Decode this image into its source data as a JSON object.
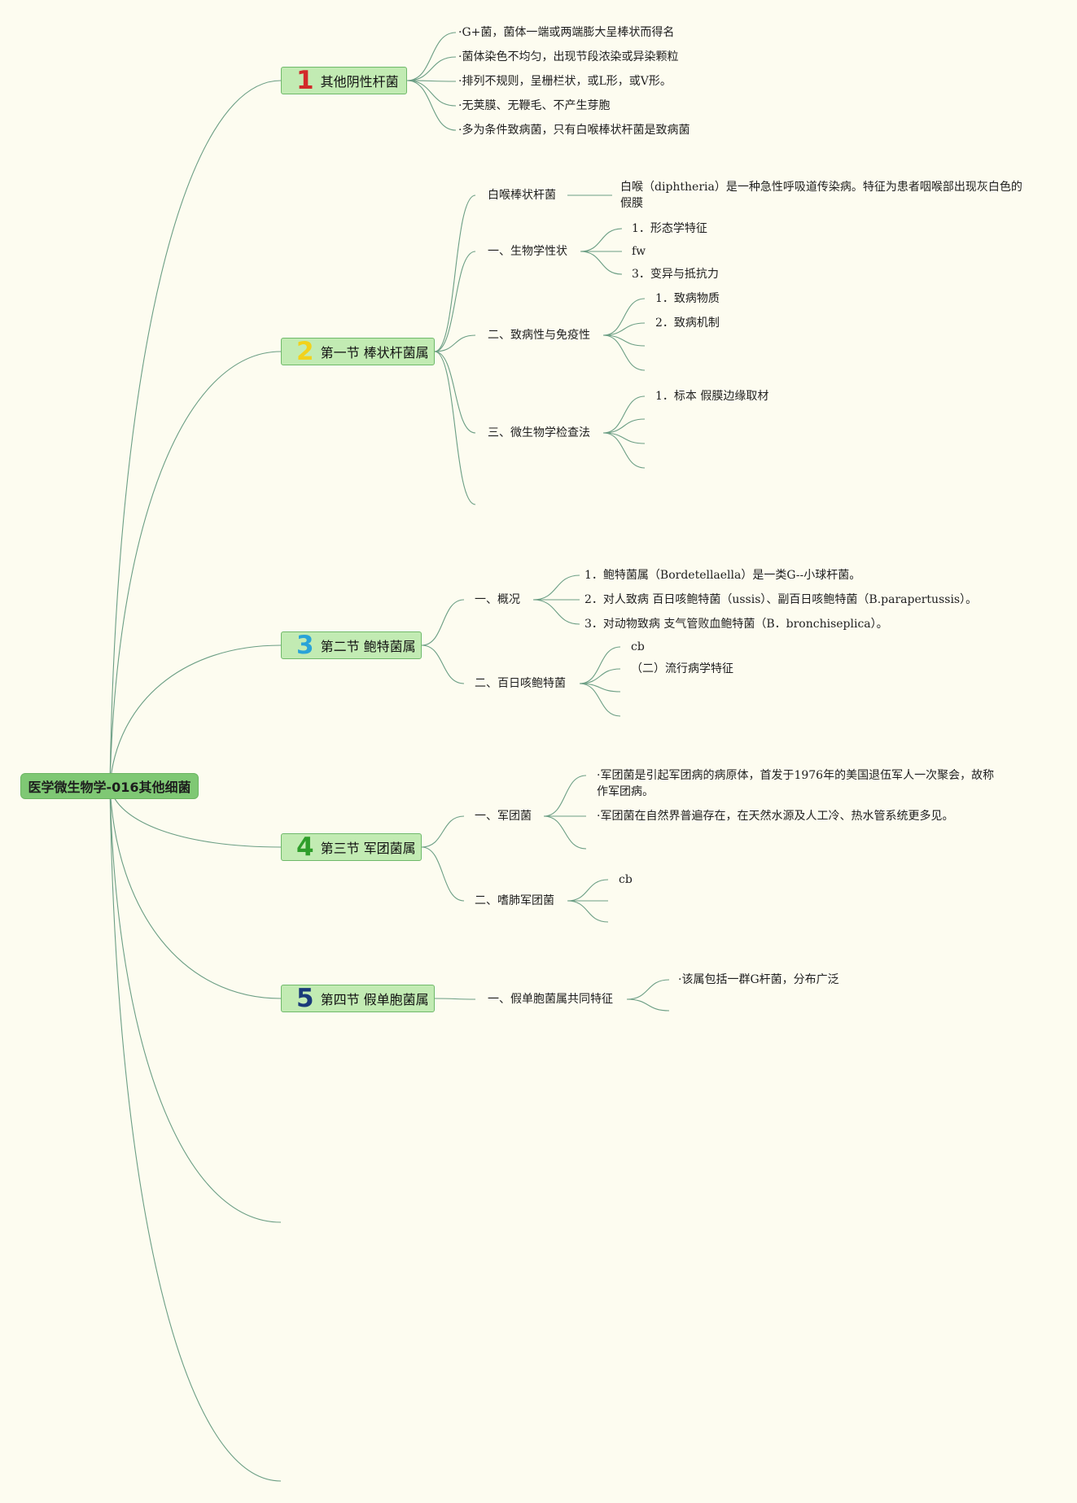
{
  "root": {
    "label": "医学微生物学-016其他细菌"
  },
  "topics": [
    {
      "num": "1",
      "num_color": "#d22a2a",
      "label": "其他阴性杆菌",
      "children": [
        "·G+菌，菌体一端或两端膨大呈棒状而得名",
        "·菌体染色不均匀，出现节段浓染或异染颗粒",
        "·排列不规则，呈栅栏状，或L形，或V形。",
        "·无荚膜、无鞭毛、不产生芽胞",
        "·多为条件致病菌，只有白喉棒状杆菌是致病菌"
      ]
    },
    {
      "num": "2",
      "num_color": "#f2d21c",
      "label": "第一节 棒状杆菌属",
      "children": [
        {
          "label": "白喉棒状杆菌",
          "children": [
            "白喉（diphtheria）是一种急性呼吸道传染病。特征为患者咽喉部出现灰白色的假膜"
          ]
        },
        {
          "label": "一、生物学性状",
          "children": [
            "1．形态学特征",
            "fw",
            "3．变异与抵抗力"
          ]
        },
        {
          "label": "二、致病性与免疫性",
          "children": [
            "1．致病物质",
            "2．致病机制",
            "",
            ""
          ]
        },
        {
          "label": "三、微生物学检查法",
          "children": [
            "1．标本 假膜边缘取材",
            "",
            "",
            ""
          ]
        },
        {
          "label": "",
          "children": []
        }
      ]
    },
    {
      "num": "3",
      "num_color": "#2aa3d8",
      "label": "第二节 鲍特菌属",
      "children": [
        {
          "label": "一、概况",
          "children": [
            "1．鲍特菌属（Bordetellaella）是一类G--小球杆菌。",
            "2．对人致病 百日咳鲍特菌（ussis）、副百日咳鲍特菌（B.parapertussis）。",
            "3．对动物致病 支气管败血鲍特菌（B．bronchiseplica）。"
          ]
        },
        {
          "label": "二、百日咳鲍特菌",
          "children": [
            "cb",
            "（二）流行病学特征",
            "",
            ""
          ]
        }
      ]
    },
    {
      "num": "4",
      "num_color": "#2e9e2a",
      "label": "第三节 军团菌属",
      "children": [
        {
          "label": "一、军团菌",
          "children": [
            "·军团菌是引起军团病的病原体，首发于1976年的美国退伍军人一次聚会，故称作军团病。",
            "·军团菌在自然界普遍存在，在天然水源及人工冷、热水管系统更多见。",
            ""
          ]
        },
        {
          "label": "二、嗜肺军团菌",
          "children": [
            "cb",
            "",
            ""
          ]
        }
      ]
    },
    {
      "num": "5",
      "num_color": "#1a3a7a",
      "label": "第四节 假单胞菌属",
      "children": [
        {
          "label": "一、假单胞菌属共同特征",
          "children": [
            "·该属包括一群G杆菌，分布广泛",
            ""
          ]
        }
      ]
    }
  ],
  "empty_branches": [
    "",
    ""
  ],
  "colors": {
    "line": "#6b9e84",
    "root_fill": "#7fc874",
    "topic_fill": "#c2ebb3",
    "background": "#fdfcf0"
  }
}
